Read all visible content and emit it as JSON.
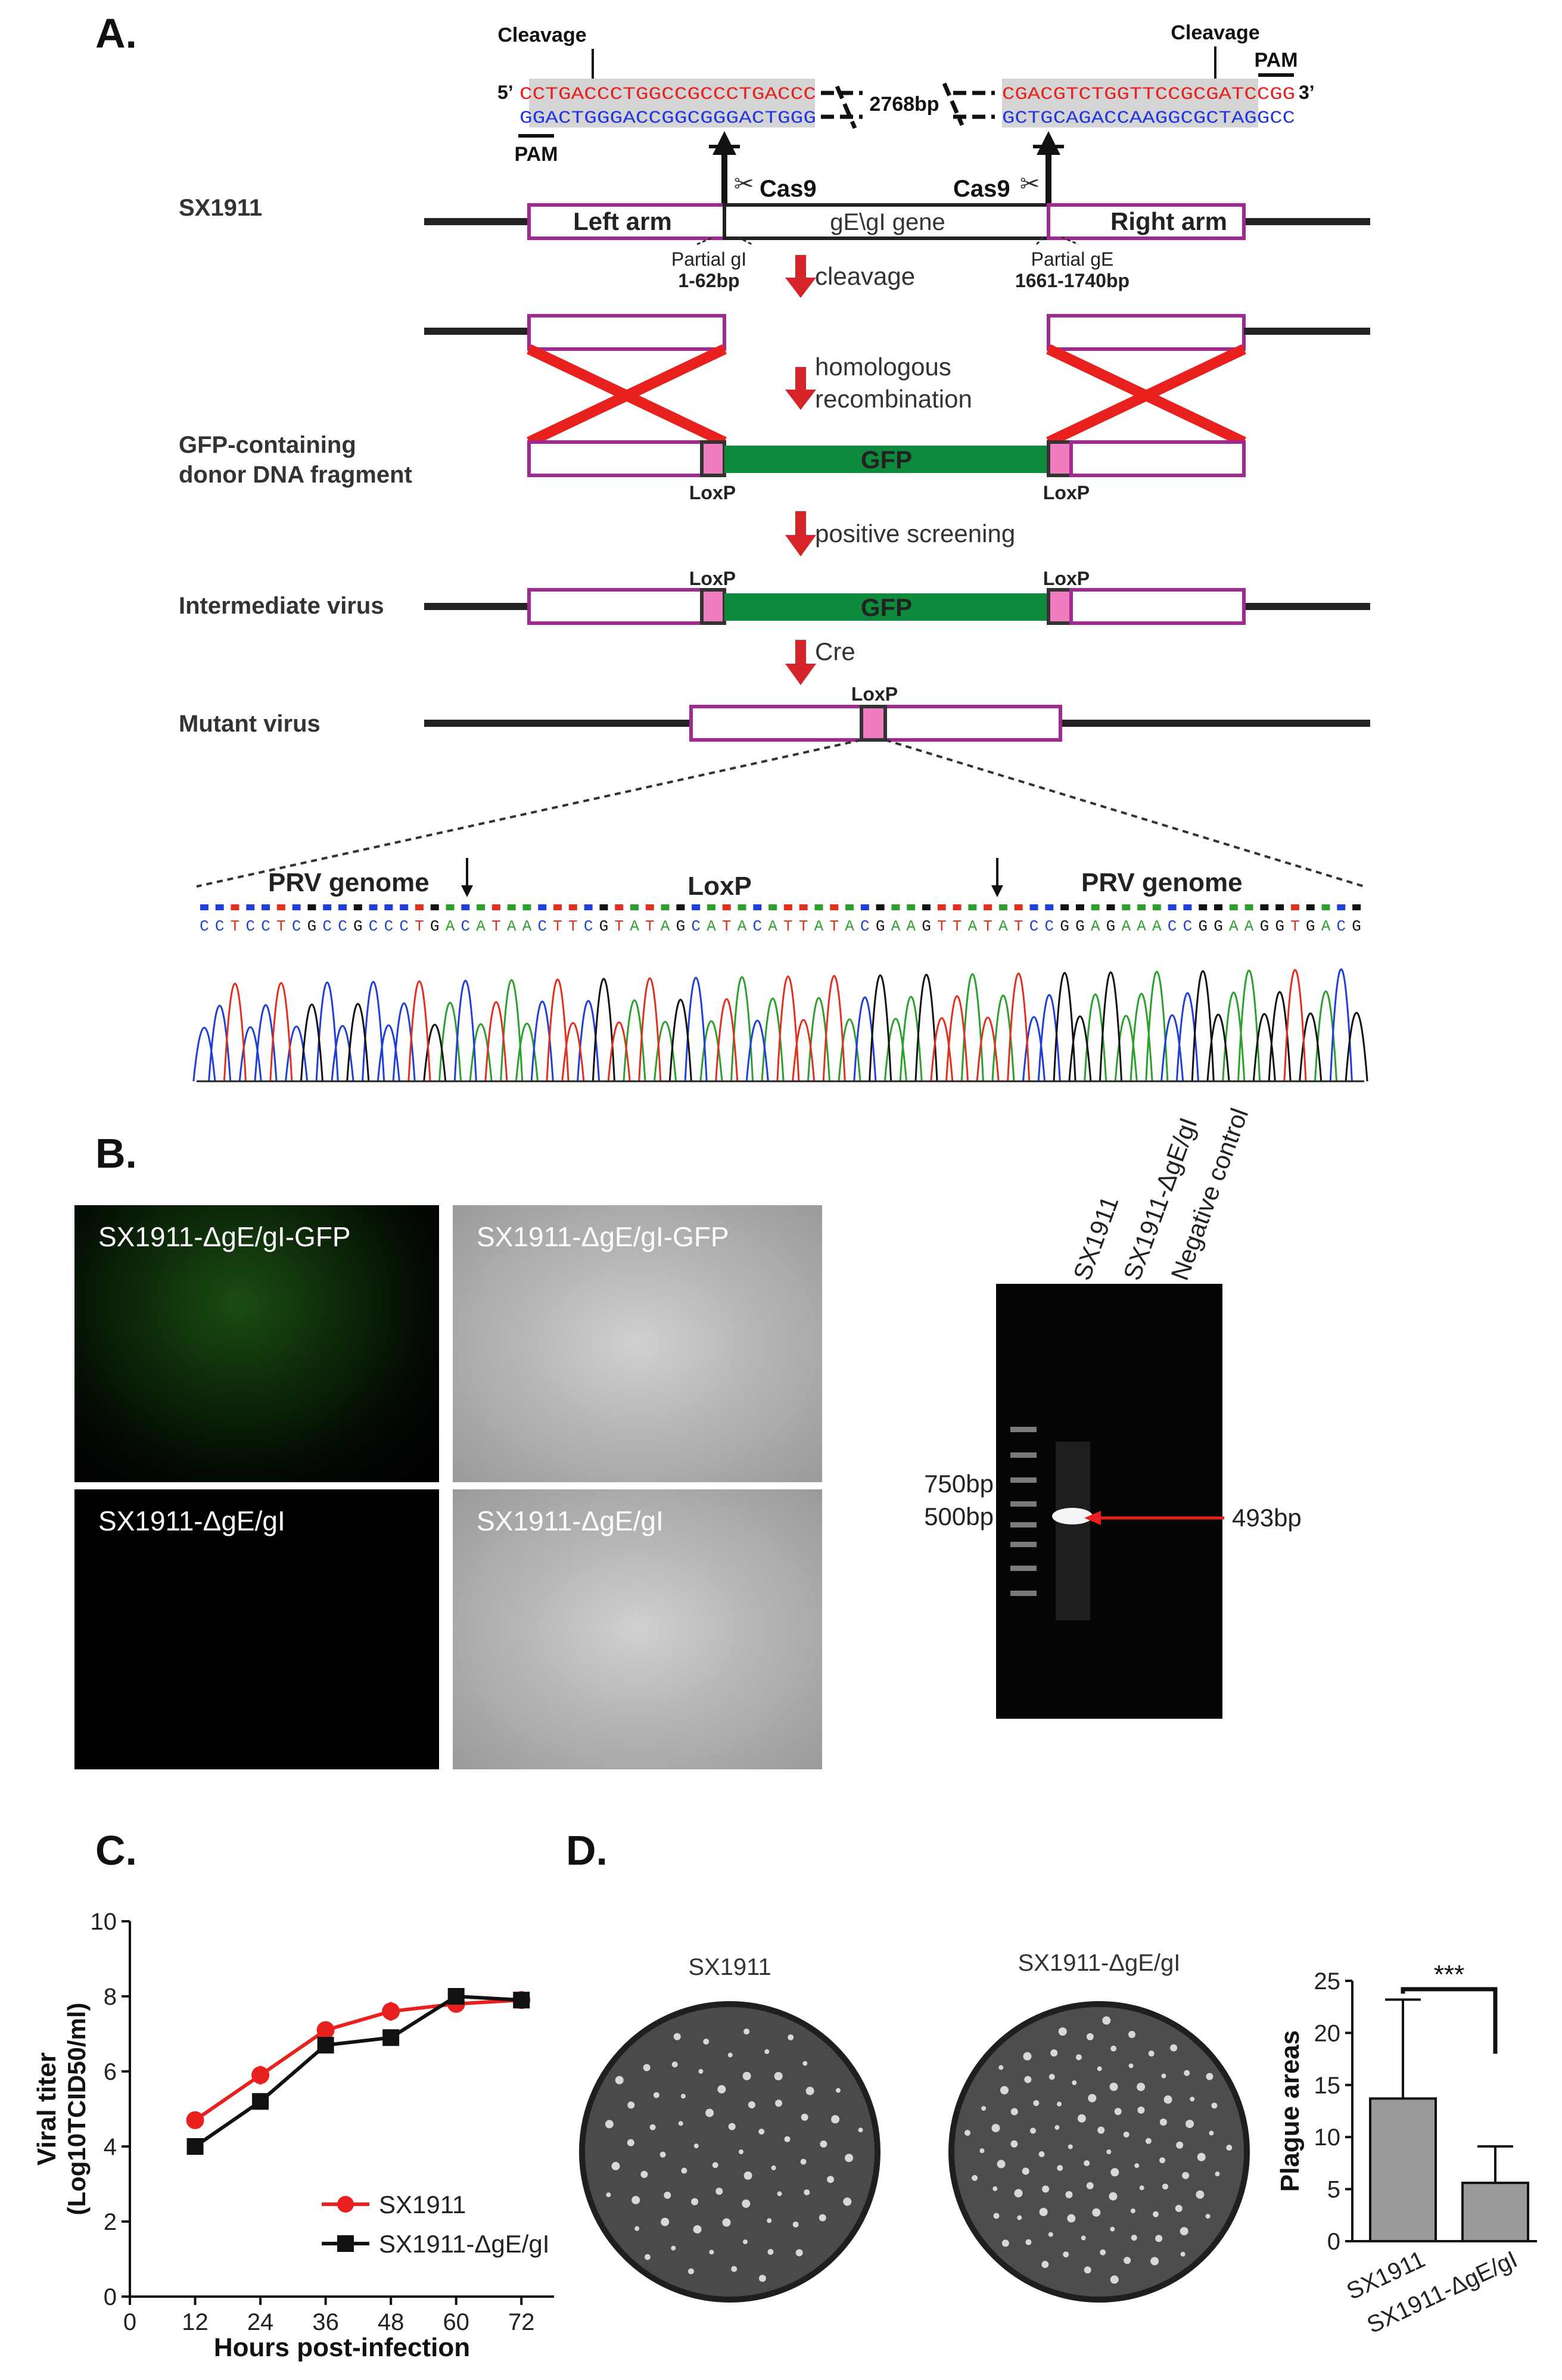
{
  "panels": {
    "a": "A.",
    "b": "B.",
    "c": "C.",
    "d": "D."
  },
  "schematic": {
    "cleavage_left": "Cleavage",
    "cleavage_right": "Cleavage",
    "pam_left": "PAM",
    "pam_right": "PAM",
    "five_prime": "5’",
    "three_prime": "3’",
    "seq_top_left": "CCTGACCCTGGCCGCCCTGACCC",
    "seq_bottom_left": "GGACTGGGACCGGCGGGACTGGG",
    "seq_top_right": "CGACGTCTGGTTCCGCGATCCGG",
    "seq_bottom_right": "GCTGCAGACCAAGGCGCTAGGCC",
    "gap_length": "2768bp",
    "cas9_left": "Cas9",
    "cas9_right": "Cas9",
    "strain": "SX1911",
    "left_arm": "Left arm",
    "gene": "gE\\gI gene",
    "right_arm": "Right arm",
    "partial_gi_1": "Partial gI",
    "partial_gi_2": "1-62bp",
    "partial_ge_1": "Partial gE",
    "partial_ge_2": "1661-1740bp",
    "step_cleavage": "cleavage",
    "step_hr_1": "homologous",
    "step_hr_2": "recombination",
    "donor_1": "GFP-containing",
    "donor_2": "donor DNA fragment",
    "gfp": "GFP",
    "loxp": "LoxP",
    "step_screening": "positive screening",
    "intermediate": "Intermediate virus",
    "step_cre": "Cre",
    "mutant": "Mutant virus",
    "prv_genome_left": "PRV genome",
    "loxp_center": "LoxP",
    "prv_genome_right": "PRV genome",
    "chromatogram_seq": "CCTCCTCGCCGCCCTGACATAACTTCGTATAGCATACATTATACGAAGTTATATCCGGAGAAACCGGAAGGTGACG",
    "base_colors": {
      "A": "#2ca02c",
      "C": "#1f3fd6",
      "G": "#111111",
      "T": "#e0301e"
    }
  },
  "micrographs": [
    {
      "label": "SX1911-ΔgE/gI-GFP"
    },
    {
      "label": "SX1911-ΔgE/gI-GFP"
    },
    {
      "label": "SX1911-ΔgE/gI"
    },
    {
      "label": "SX1911-ΔgE/gI"
    }
  ],
  "gel": {
    "lanes": [
      "SX1911",
      "SX1911-ΔgE/gI",
      "Negative control"
    ],
    "marker_750": "750bp",
    "marker_500": "500bp",
    "band": "493bp"
  },
  "plaques": {
    "left_label": "SX1911",
    "right_label": "SX1911-ΔgE/gI"
  },
  "chart_data": [
    {
      "type": "line",
      "xlabel": "Hours post-infection",
      "ylabel_line1": "Viral titer",
      "ylabel_line2": "(Log10TCID50/ml)",
      "xlim": [
        0,
        78
      ],
      "ylim": [
        0,
        10
      ],
      "xticks": [
        0,
        12,
        24,
        36,
        48,
        60,
        72
      ],
      "yticks": [
        0,
        2,
        4,
        6,
        8,
        10
      ],
      "series": [
        {
          "name": "SX1911",
          "color": "#e8211f",
          "marker": "circle",
          "x": [
            12,
            24,
            36,
            48,
            60,
            72
          ],
          "y": [
            4.7,
            5.9,
            7.1,
            7.6,
            7.8,
            7.9
          ],
          "err": [
            0.1,
            0.25,
            0.15,
            0.25,
            0.15,
            0.2
          ]
        },
        {
          "name": "SX1911-ΔgE/gI",
          "color": "#111111",
          "marker": "square",
          "x": [
            12,
            24,
            36,
            48,
            60,
            72
          ],
          "y": [
            4.0,
            5.2,
            6.7,
            6.9,
            8.0,
            7.9
          ],
          "err": [
            0.1,
            0.15,
            0.15,
            0.15,
            0.1,
            0.2
          ]
        }
      ],
      "legend": "bottom-right"
    },
    {
      "type": "bar",
      "ylabel": "Plague areas",
      "ylim": [
        0,
        25
      ],
      "yticks": [
        0,
        5,
        10,
        15,
        20,
        25
      ],
      "categories": [
        "SX1911",
        "SX1911-ΔgE/gI"
      ],
      "values": [
        13.7,
        5.6
      ],
      "errors": [
        9.5,
        3.5
      ],
      "significance": "***"
    }
  ]
}
